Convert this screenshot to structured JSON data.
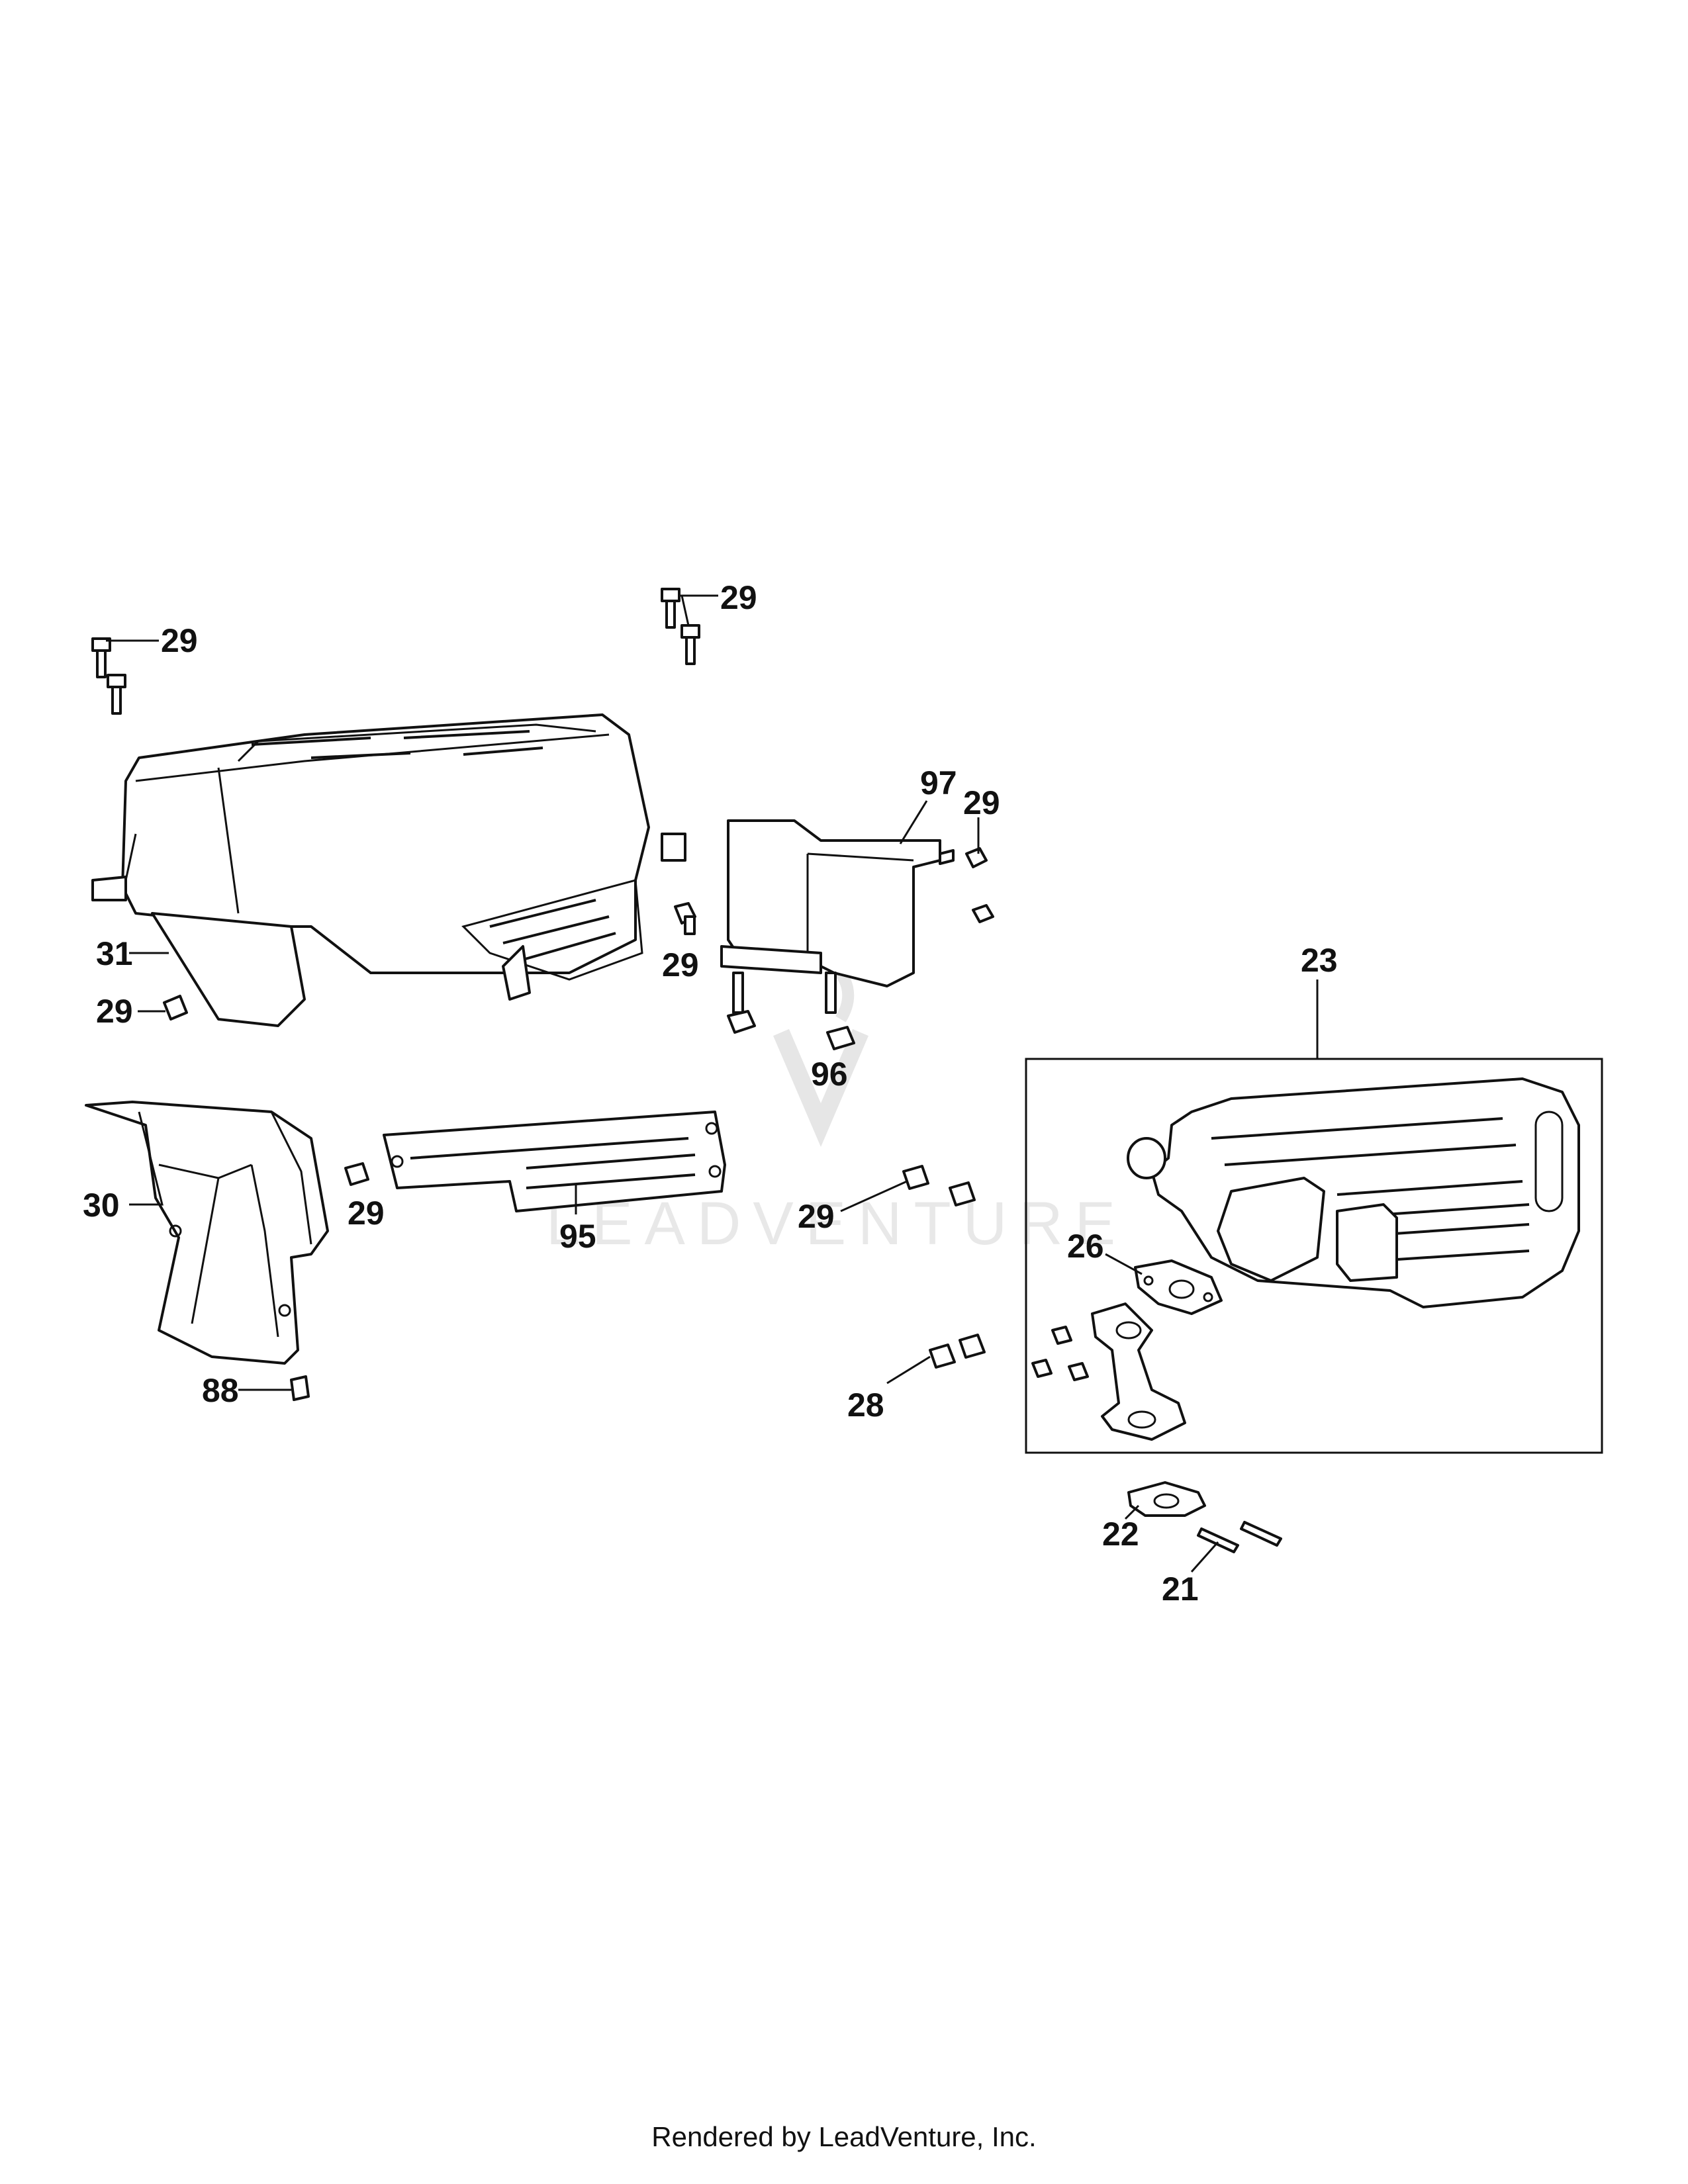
{
  "watermark": "LEADVENTURE",
  "footer": "Rendered by LeadVenture, Inc.",
  "callouts": {
    "c29a": "29",
    "c29b": "29",
    "c29c": "29",
    "c29d": "29",
    "c29e": "29",
    "c29f": "29",
    "c29g": "29",
    "c31": "31",
    "c30": "30",
    "c88": "88",
    "c95": "95",
    "c96": "96",
    "c97": "97",
    "c23": "23",
    "c26": "26",
    "c28": "28",
    "c22": "22",
    "c21": "21"
  }
}
